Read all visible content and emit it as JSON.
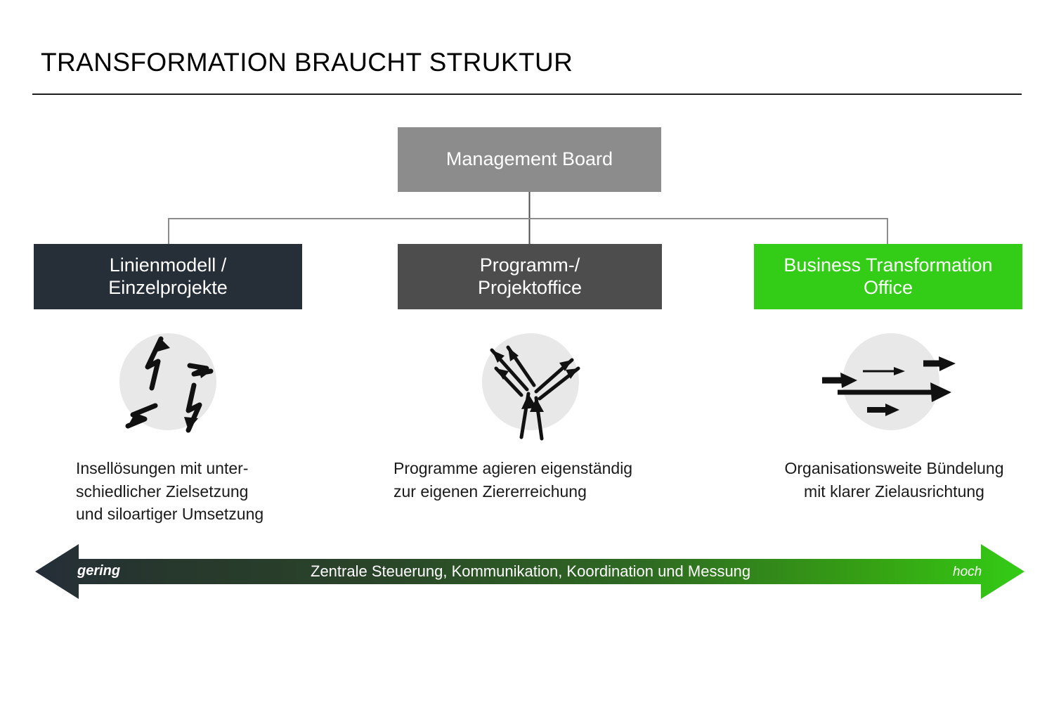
{
  "slide": {
    "title": "TRANSFORMATION BRAUCHT STRUKTUR"
  },
  "org_chart": {
    "root": {
      "label": "Management Board",
      "color": "#8c8c8c"
    },
    "nodes": [
      {
        "label_line1": "Linienmodell /",
        "label_line2": "Einzelprojekte",
        "color": "#262e38",
        "icon": "scattered-arrows-icon",
        "caption_line1": "Insellösungen mit unter-",
        "caption_line2": "schiedlicher Zielsetzung",
        "caption_line3": "und siloartiger Umsetzung"
      },
      {
        "label_line1": "Programm-/",
        "label_line2": "Projektoffice",
        "color": "#4d4d4d",
        "icon": "diverging-arrows-icon",
        "caption_line1": "Programme agieren eigenständig",
        "caption_line2": "zur eigenen Ziererreichung",
        "caption_line3": ""
      },
      {
        "label_line1": "Business Transformation",
        "label_line2": "Office",
        "color": "#33cc16",
        "icon": "aligned-arrows-icon",
        "caption_line1": "Organisationsweite Bündelung",
        "caption_line2": "mit klarer Zielausrichtung",
        "caption_line3": ""
      }
    ]
  },
  "scale_bar": {
    "left_label": "gering",
    "center_label": "Zentrale Steuerung, Kommunikation, Koordination und Messung",
    "right_label": "hoch",
    "gradient_start": "#252e38",
    "gradient_end": "#33cc16"
  }
}
